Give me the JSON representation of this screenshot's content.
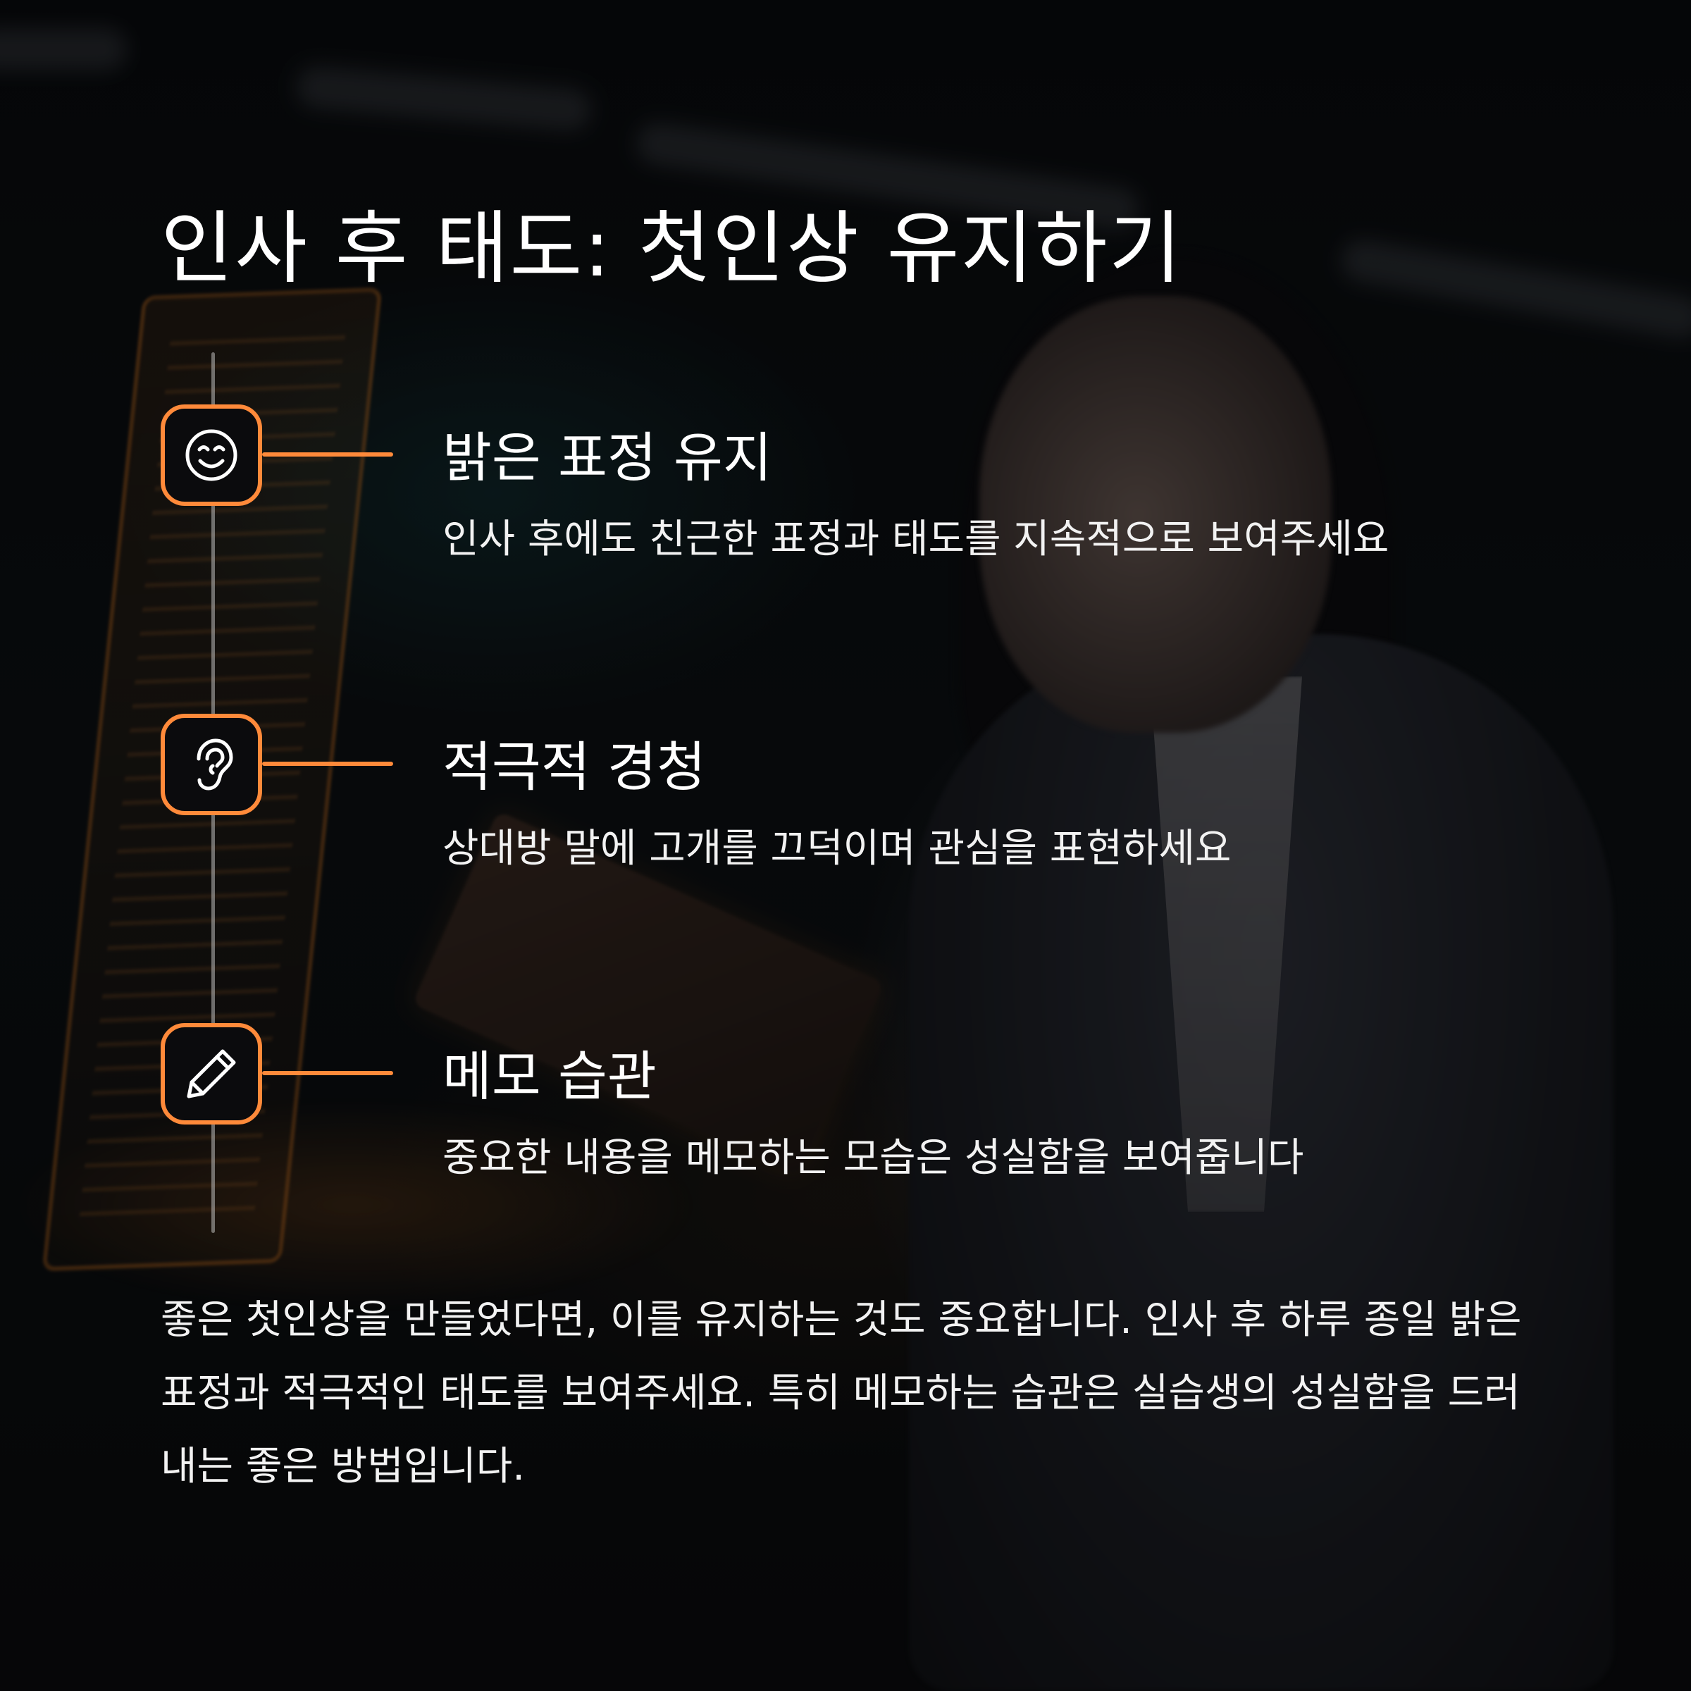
{
  "title": "인사 후 태도: 첫인상 유지하기",
  "items": [
    {
      "icon": "smile-icon",
      "heading": "밝은 표정 유지",
      "description": "인사 후에도 친근한 표정과 태도를 지속적으로 보여주세요"
    },
    {
      "icon": "ear-icon",
      "heading": "적극적 경청",
      "description": "상대방 말에 고개를 끄덕이며 관심을 표현하세요"
    },
    {
      "icon": "pencil-icon",
      "heading": "메모 습관",
      "description": "중요한 내용을 메모하는 모습은 성실함을 보여줍니다"
    }
  ],
  "summary": "좋은 첫인상을 만들었다면, 이를 유지하는 것도 중요합니다. 인사 후 하루 종일 밝은 표정과 적극적인 태도를 보여주세요. 특히 메모하는 습관은 실습생의 성실함을 드러내는 좋은 방법입니다.",
  "colors": {
    "accent": "#ff8a3a",
    "text": "#ffffff",
    "background": "#07090c"
  }
}
